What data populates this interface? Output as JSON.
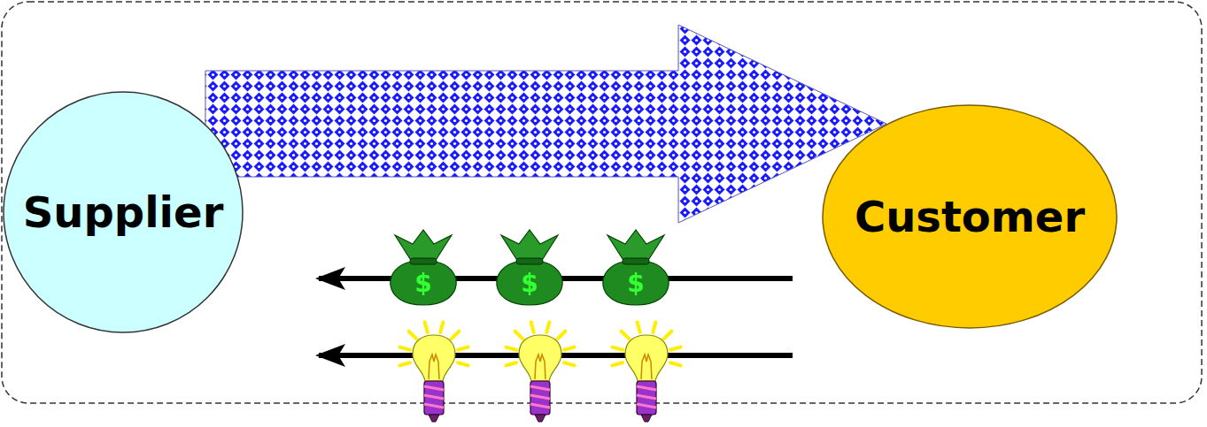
{
  "diagram": {
    "nodes": [
      {
        "text": [
          "Supplier"
        ]
      },
      {
        "text": [
          "Customer"
        ]
      }
    ],
    "edges": [
      {
        "from": 0,
        "to": 1,
        "arrow": "to"
      },
      {
        "from": 1,
        "to": 0,
        "arrow": "to"
      },
      {
        "from": 1,
        "to": 0,
        "arrow": "to"
      }
    ],
    "labels": [
      "$",
      "$",
      "$"
    ]
  }
}
